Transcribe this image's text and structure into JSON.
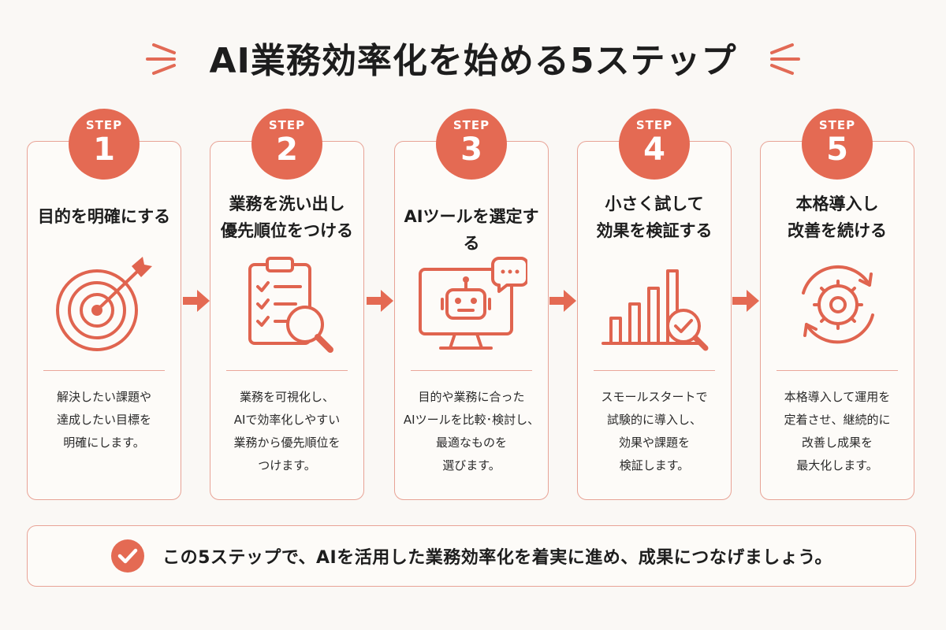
{
  "title": "AI業務効率化を始める5ステップ",
  "accent_color": "#e46a53",
  "steps": [
    {
      "label": "STEP",
      "number": "1",
      "heading": [
        "目的を明確にする"
      ],
      "icon": "target-arrow-icon",
      "desc": [
        "解決したい課題や",
        "達成したい目標を",
        "明確にします。"
      ]
    },
    {
      "label": "STEP",
      "number": "2",
      "heading": [
        "業務を洗い出し",
        "優先順位をつける"
      ],
      "icon": "clipboard-search-icon",
      "desc": [
        "業務を可視化し、",
        "AIで効率化しやすい",
        "業務から優先順位を",
        "つけます。"
      ]
    },
    {
      "label": "STEP",
      "number": "3",
      "heading": [
        "AIツールを選定する"
      ],
      "icon": "robot-monitor-icon",
      "desc": [
        "目的や業務に合った",
        "AIツールを比較･検討し、",
        "最適なものを",
        "選びます。"
      ]
    },
    {
      "label": "STEP",
      "number": "4",
      "heading": [
        "小さく試して",
        "効果を検証する"
      ],
      "icon": "bar-chart-check-icon",
      "desc": [
        "スモールスタートで",
        "試験的に導入し、",
        "効果や課題を",
        "検証します。"
      ]
    },
    {
      "label": "STEP",
      "number": "5",
      "heading": [
        "本格導入し",
        "改善を続ける"
      ],
      "icon": "gear-cycle-icon",
      "desc": [
        "本格導入して運用を",
        "定着させ、継続的に",
        "改善し成果を",
        "最大化します。"
      ]
    }
  ],
  "footer": {
    "text": "この5ステップで、AIを活用した業務効率化を着実に進め、成果につなげましょう。",
    "icon": "check-circle-icon"
  }
}
